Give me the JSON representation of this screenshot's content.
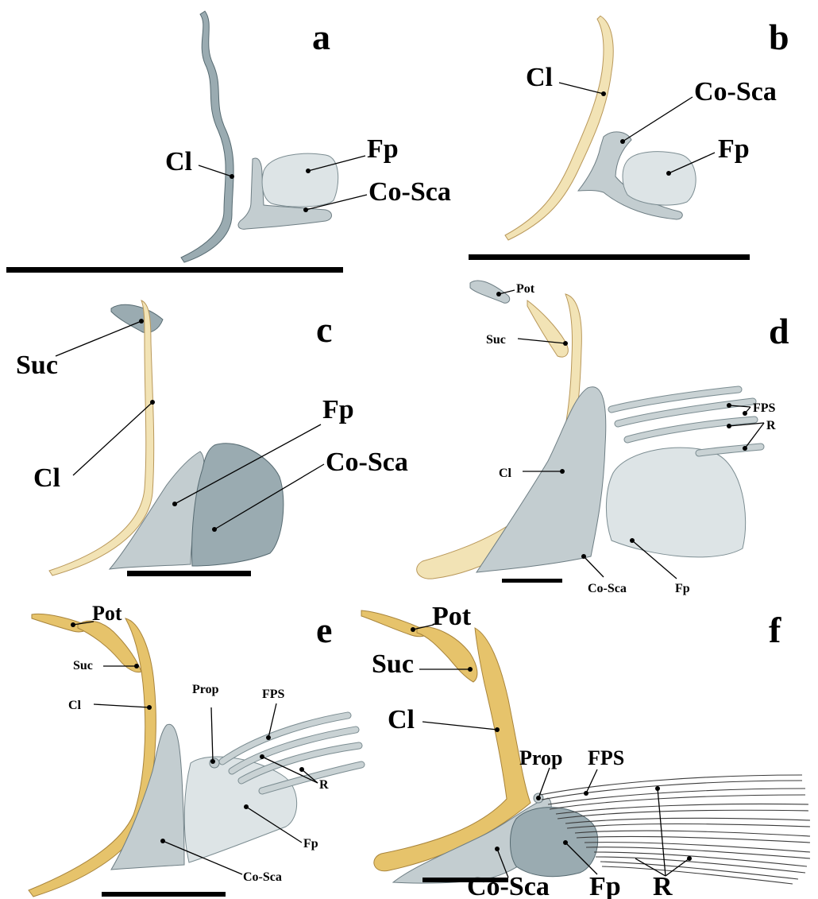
{
  "panels": {
    "a": {
      "letter": "a",
      "labels": {
        "cl": "Cl",
        "fp": "Fp",
        "cosca": "Co-Sca"
      }
    },
    "b": {
      "letter": "b",
      "labels": {
        "cl": "Cl",
        "cosca": "Co-Sca",
        "fp": "Fp"
      }
    },
    "c": {
      "letter": "c",
      "labels": {
        "suc": "Suc",
        "cl": "Cl",
        "fp": "Fp",
        "cosca": "Co-Sca"
      }
    },
    "d": {
      "letter": "d",
      "labels": {
        "pot": "Pot",
        "suc": "Suc",
        "fps": "FPS",
        "r": "R",
        "cl": "Cl",
        "cosca": "Co-Sca",
        "fp": "Fp"
      }
    },
    "e": {
      "letter": "e",
      "labels": {
        "pot": "Pot",
        "suc": "Suc",
        "cl": "Cl",
        "prop": "Prop",
        "fps": "FPS",
        "r": "R",
        "fp": "Fp",
        "cosca": "Co-Sca"
      }
    },
    "f": {
      "letter": "f",
      "labels": {
        "pot": "Pot",
        "suc": "Suc",
        "cl": "Cl",
        "prop": "Prop",
        "fps": "FPS",
        "cosca": "Co-Sca",
        "fp": "Fp",
        "r": "R"
      }
    }
  },
  "colors": {
    "cleithrum_pale": "#f2e3b5",
    "cleithrum_gold": "#e6c36b",
    "cartilage_grey": "#c3cdd0",
    "scale_bar": "#000000"
  }
}
